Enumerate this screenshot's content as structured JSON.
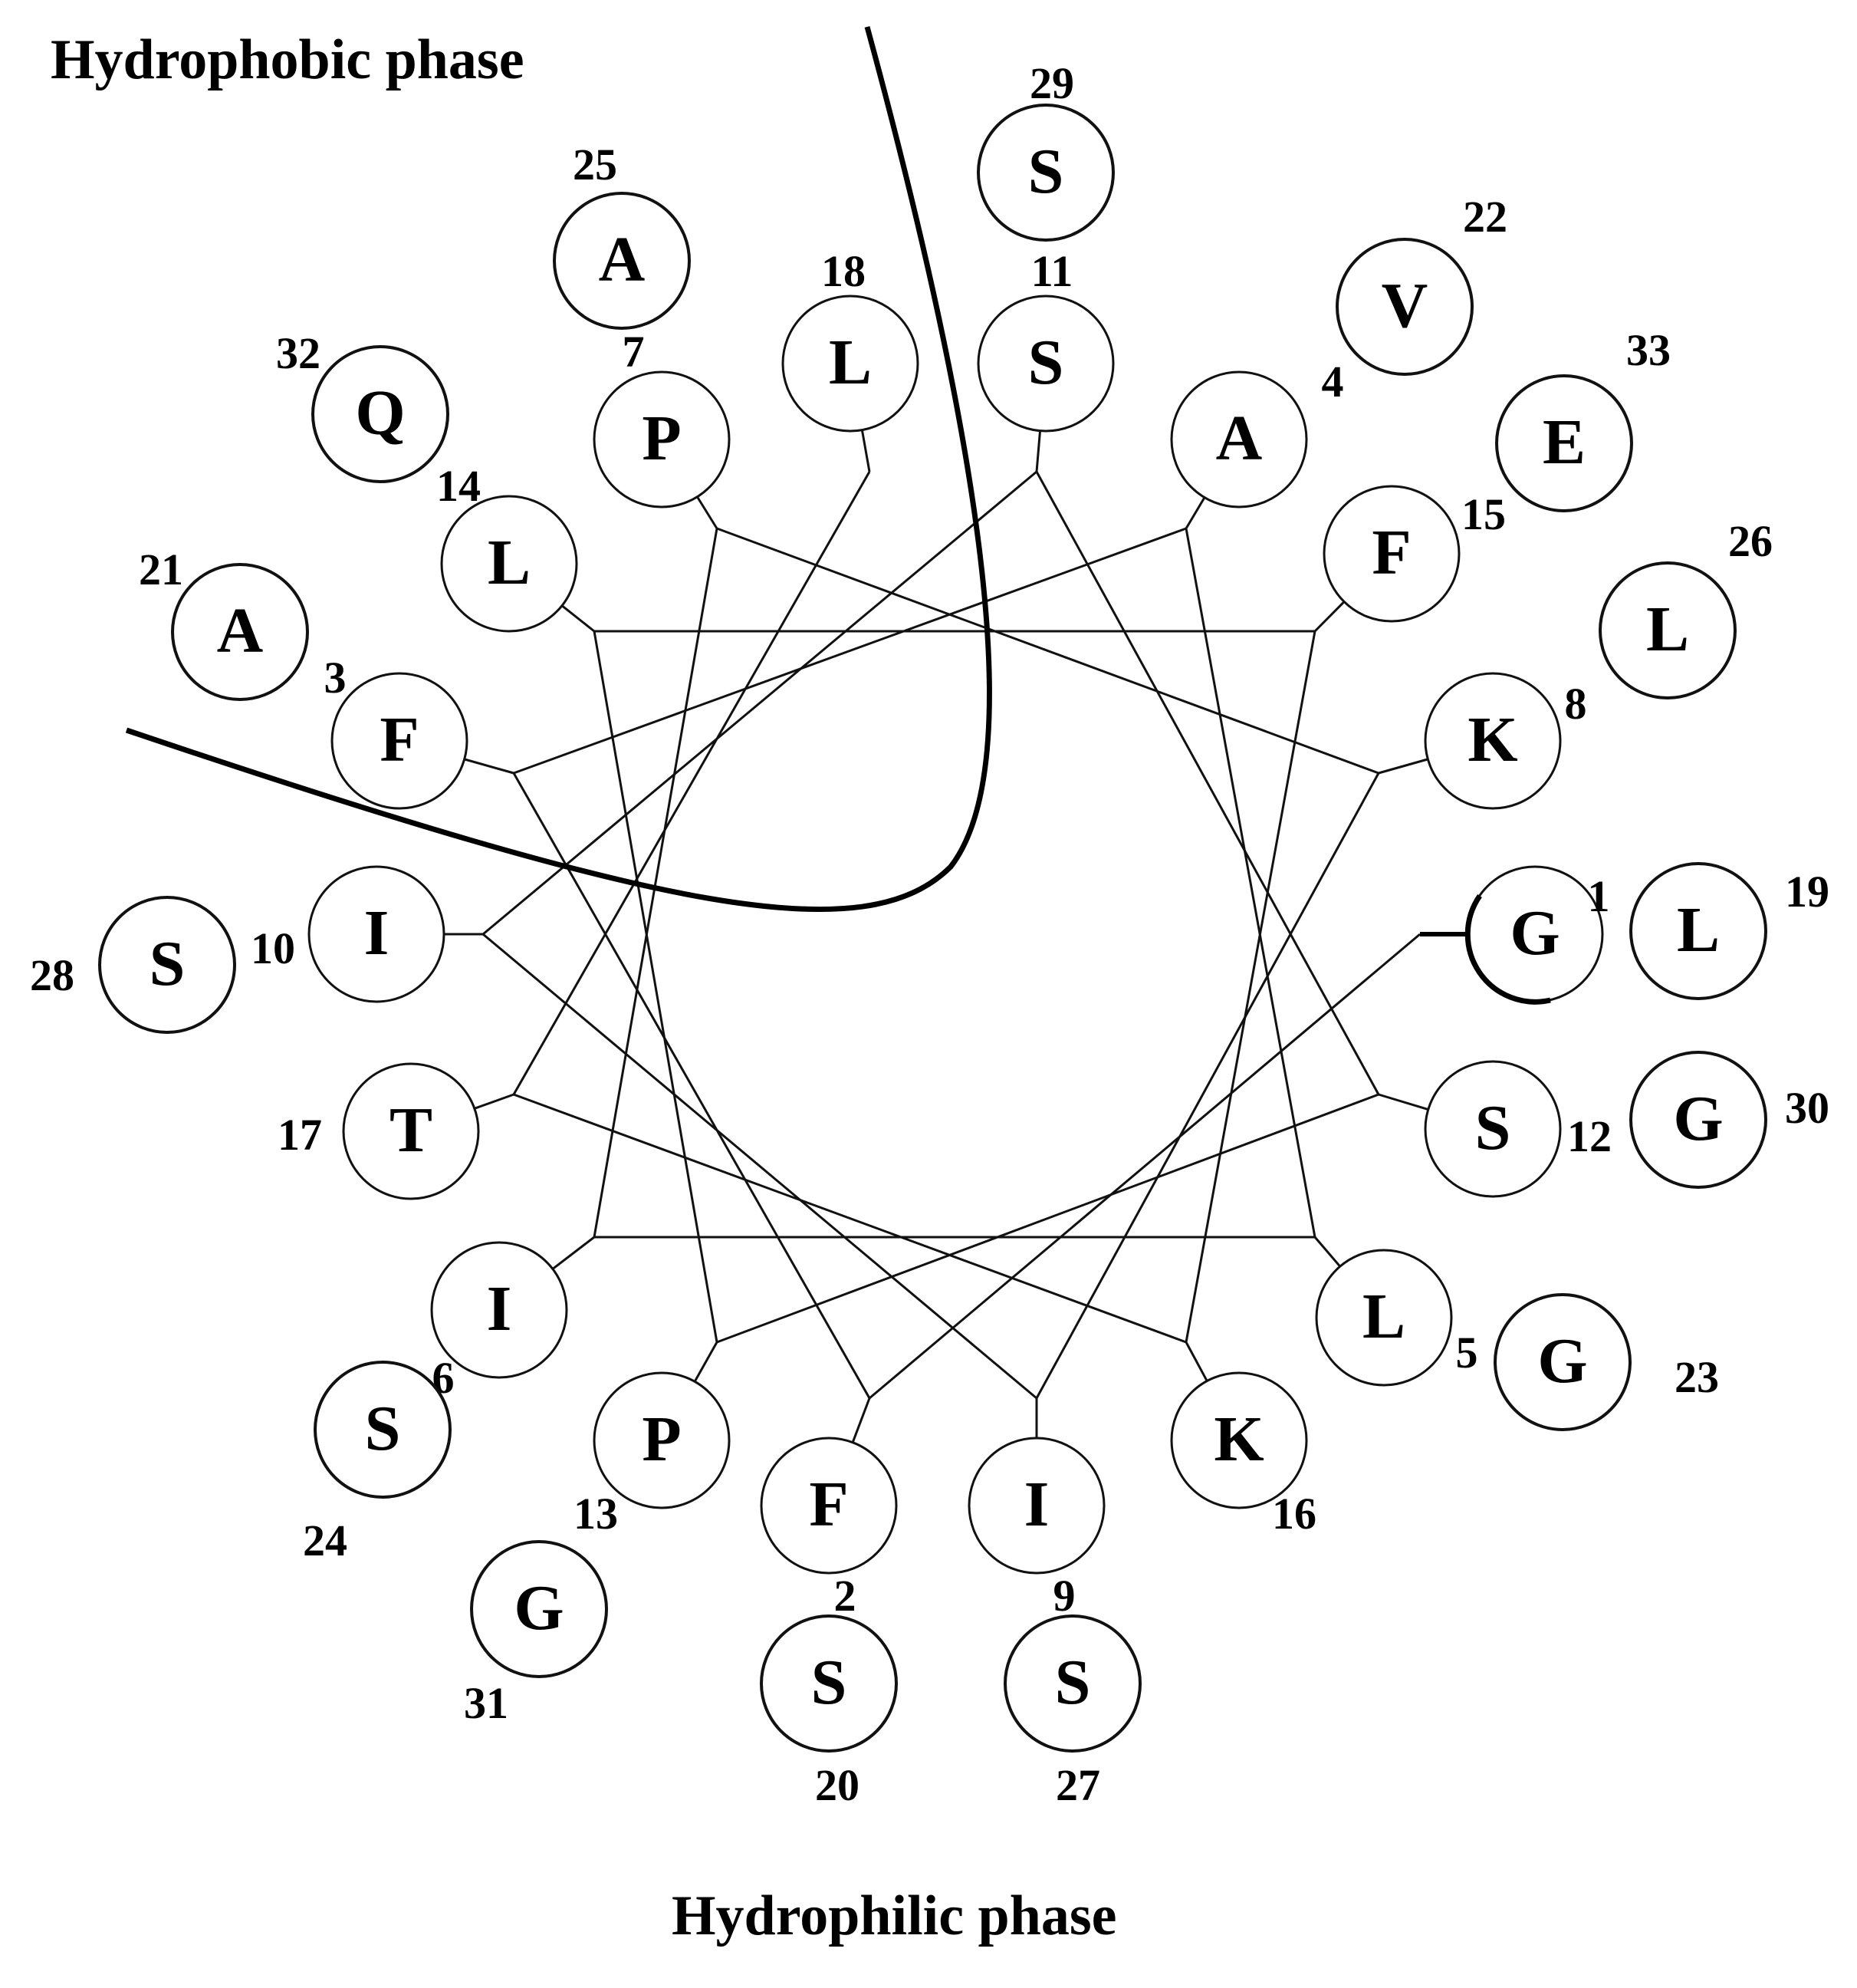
{
  "labels": {
    "hydrophobic": "Hydrophobic phase",
    "hydrophilic": "Hydrophilic phase"
  },
  "helix_wheel": {
    "inner_residues": [
      {
        "number": "1",
        "letter": "G"
      },
      {
        "number": "2",
        "letter": "F"
      },
      {
        "number": "3",
        "letter": "F"
      },
      {
        "number": "4",
        "letter": "A"
      },
      {
        "number": "5",
        "letter": "L"
      },
      {
        "number": "6",
        "letter": "I"
      },
      {
        "number": "7",
        "letter": "P"
      },
      {
        "number": "8",
        "letter": "K"
      },
      {
        "number": "9",
        "letter": "I"
      },
      {
        "number": "10",
        "letter": "I"
      },
      {
        "number": "11",
        "letter": "S"
      },
      {
        "number": "12",
        "letter": "S"
      },
      {
        "number": "13",
        "letter": "P"
      },
      {
        "number": "14",
        "letter": "L"
      },
      {
        "number": "15",
        "letter": "F"
      },
      {
        "number": "16",
        "letter": "K"
      },
      {
        "number": "17",
        "letter": "T"
      },
      {
        "number": "18",
        "letter": "L"
      }
    ],
    "outer_residues": [
      {
        "number": "19",
        "letter": "L"
      },
      {
        "number": "20",
        "letter": "S"
      },
      {
        "number": "21",
        "letter": "A"
      },
      {
        "number": "22",
        "letter": "V"
      },
      {
        "number": "23",
        "letter": "G"
      },
      {
        "number": "24",
        "letter": "S"
      },
      {
        "number": "25",
        "letter": "A"
      },
      {
        "number": "26",
        "letter": "L"
      },
      {
        "number": "27",
        "letter": "S"
      },
      {
        "number": "28",
        "letter": "S"
      },
      {
        "number": "29",
        "letter": "S"
      },
      {
        "number": "30",
        "letter": "G"
      },
      {
        "number": "31",
        "letter": "G"
      },
      {
        "number": "32",
        "letter": "Q"
      },
      {
        "number": "33",
        "letter": "E"
      }
    ]
  }
}
